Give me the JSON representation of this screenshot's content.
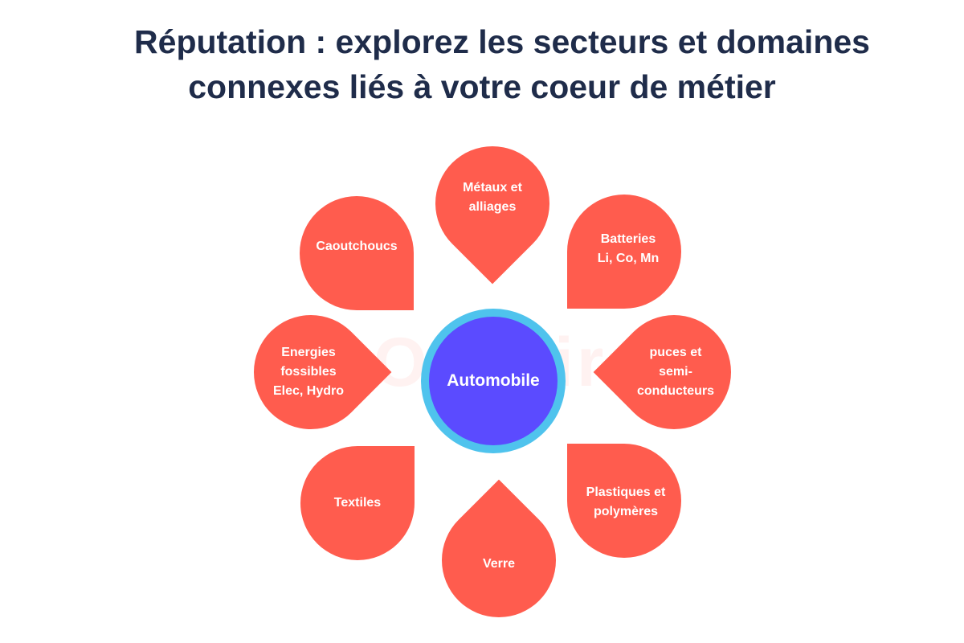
{
  "title": {
    "line1": "Réputation : explorez les secteurs et domaines",
    "line2": "connexes liés à votre coeur de métier"
  },
  "center": {
    "label": "Automobile"
  },
  "petals": [
    {
      "label": "Métaux et\nalliages"
    },
    {
      "label": "Batteries\nLi, Co, Mn"
    },
    {
      "label": "puces et\nsemi-\nconducteurs"
    },
    {
      "label": "Plastiques et\npolymères"
    },
    {
      "label": "Verre"
    },
    {
      "label": "Textiles"
    },
    {
      "label": "Energies\nfossibles\nElec, Hydro"
    },
    {
      "label": "Caoutchoucs"
    }
  ],
  "colors": {
    "title": "#1f2c4a",
    "petal": "#ff5c4e",
    "center_ring": "#4fc3ed",
    "center_core": "#5b4bff"
  }
}
